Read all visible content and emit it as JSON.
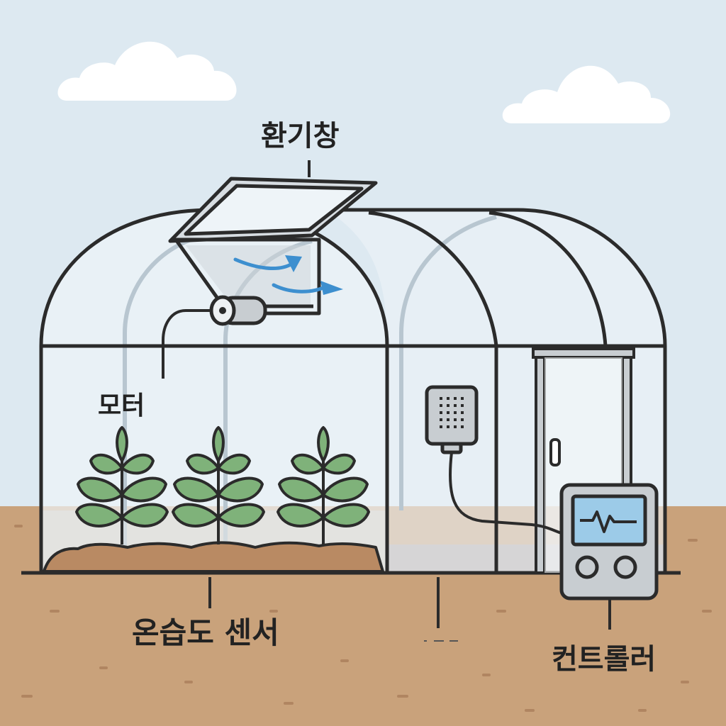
{
  "labels": {
    "vent": "환기창",
    "motor": "모터",
    "sensor": "온습도 센서",
    "controller": "컨트롤러"
  },
  "colors": {
    "sky": "#dde9f1",
    "soil": "#c9a27b",
    "soil_bed": "#b98a63",
    "leaf": "#7fb27a",
    "outline": "#2b2b2b",
    "frame_gray": "#9aa0a6",
    "airflow": "#3d8fcf",
    "screen": "#9ccbe8"
  },
  "icons": [
    "cloud-icon",
    "plant-icon",
    "airflow-arrow-icon",
    "sensor-icon",
    "controller-icon",
    "motor-icon"
  ]
}
